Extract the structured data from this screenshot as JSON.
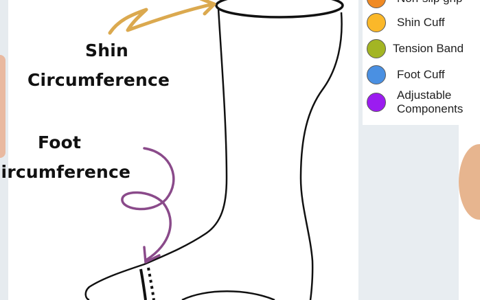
{
  "labels": {
    "shin_line1": "Shin",
    "shin_line2": "Circumference",
    "foot_line1": "Foot",
    "foot_line2": "Circumference"
  },
  "legend": {
    "items": [
      {
        "label": "Non-slip grip",
        "color": "#f08a24"
      },
      {
        "label": "Shin Cuff",
        "color": "#fbb829"
      },
      {
        "label": "Tension Band",
        "color": "#a3b523"
      },
      {
        "label": "Foot Cuff",
        "color": "#4a90e2"
      },
      {
        "label": "Adjustable Components",
        "color": "#9b1cf0"
      }
    ]
  },
  "colors": {
    "shin_arrow": "#dba94f",
    "foot_arrow": "#8a4a8a",
    "outline": "#111111"
  }
}
